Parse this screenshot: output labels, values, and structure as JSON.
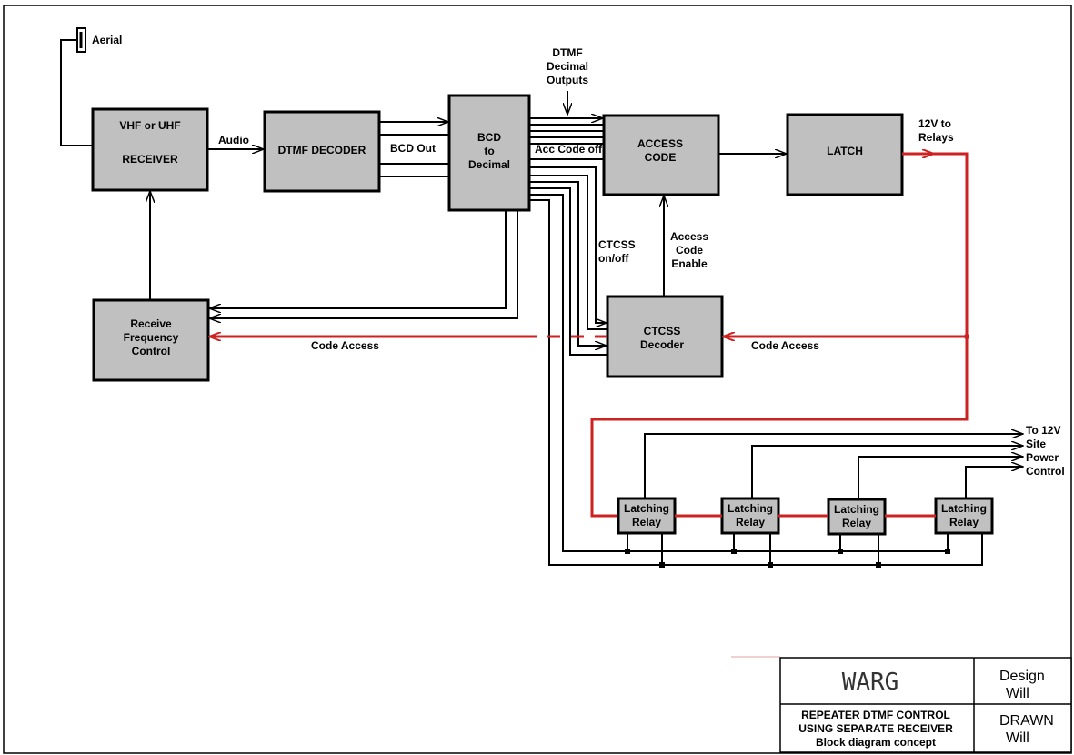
{
  "blocks": {
    "receiver": [
      "VHF or UHF",
      "",
      "RECEIVER"
    ],
    "dtmf_decoder": [
      "DTMF DECODER"
    ],
    "bcd_to_decimal": [
      "BCD",
      "to",
      "Decimal"
    ],
    "access_code": [
      "ACCESS",
      "CODE"
    ],
    "latch": [
      "LATCH"
    ],
    "rx_freq_control": [
      "Receive",
      "Frequency",
      "Control"
    ],
    "ctcss_decoder": [
      "CTCSS",
      "Decoder"
    ],
    "latching_relays": [
      [
        "Latching",
        "Relay"
      ],
      [
        "Latching",
        "Relay"
      ],
      [
        "Latching",
        "Relay"
      ],
      [
        "Latching",
        "Relay"
      ]
    ]
  },
  "labels": {
    "aerial": "Aerial",
    "audio": "Audio",
    "bcd_out": "BCD Out",
    "dtmf_outputs": [
      "DTMF",
      "Decimal",
      "Outputs"
    ],
    "acc_code_off": "Acc Code off",
    "relays_12v": [
      "12V to",
      "Relays"
    ],
    "ctcss_onoff": [
      "CTCSS",
      "on/off"
    ],
    "access_code_enable": [
      "Access",
      "Code",
      "Enable"
    ],
    "code_access_left": "Code Access",
    "code_access_right": "Code Access",
    "site_power": [
      "To 12V",
      "Site",
      "Power",
      "Control"
    ]
  },
  "title_block": {
    "org": "WARG",
    "title_lines": [
      "REPEATER DTMF CONTROL",
      "USING SEPARATE RECEIVER",
      "Block diagram concept"
    ],
    "design": [
      "Design",
      "Will"
    ],
    "drawn": [
      "DRAWN",
      "Will"
    ]
  }
}
